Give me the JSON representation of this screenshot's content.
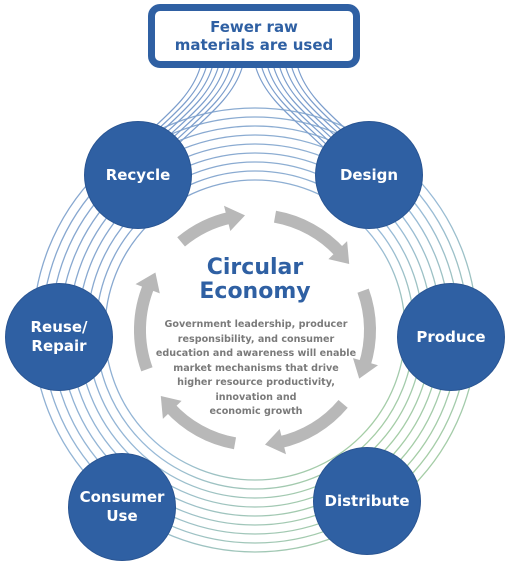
{
  "top_box": {
    "text": "Fewer raw materials are used"
  },
  "stages": [
    {
      "label": "Recycle"
    },
    {
      "label": "Design"
    },
    {
      "label": "Reuse/\nRepair"
    },
    {
      "label": "Produce"
    },
    {
      "label": "Consumer\nUse"
    },
    {
      "label": "Distribute"
    }
  ],
  "center": {
    "title": "Circular\nEconomy",
    "body": "Government leadership, producer\nresponsibility, and consumer\neducation and awareness will enable\nmarket mechanisms that drive\nhigher resource productivity,\ninnovation and\neconomic growth"
  },
  "colors": {
    "node_blue": "#2f60a3",
    "arrow_grey": "#b8b8b8",
    "ring_blue": "#6a8fc4",
    "ring_green": "#9ccf7a"
  }
}
